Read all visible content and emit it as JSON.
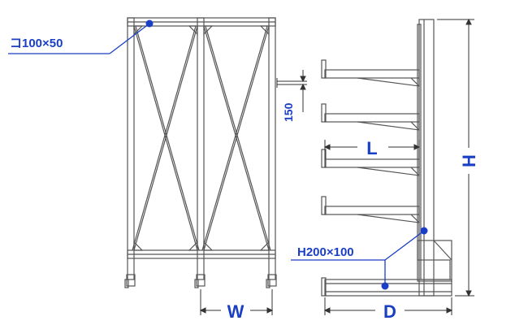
{
  "labels": {
    "front_beam": "コ100×50",
    "base_beam": "H200×100",
    "arm_spacing": "150",
    "arm_length": "L",
    "height": "H",
    "width": "W",
    "depth": "D"
  },
  "colors": {
    "structure": "#555555",
    "accent": "#1a3fc4",
    "dimension": "#333333"
  }
}
